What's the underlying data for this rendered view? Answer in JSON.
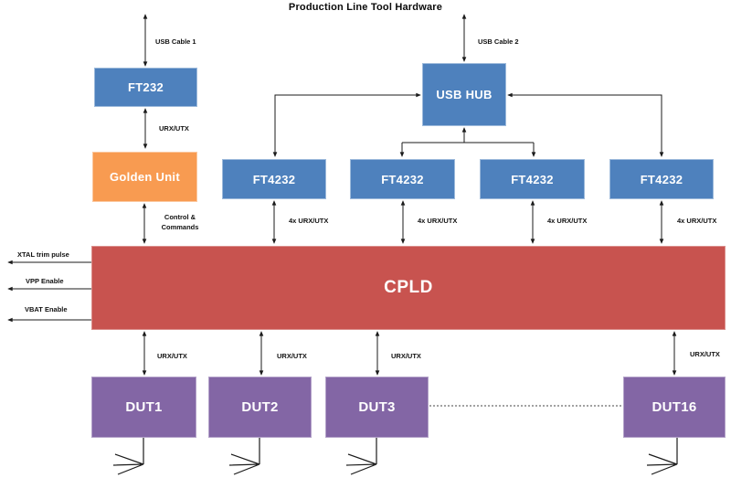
{
  "title": "Production Line Tool Hardware",
  "colors": {
    "blue": "#4E81BD",
    "orange": "#F89B51",
    "red": "#C8534F",
    "purple": "#8366A5"
  },
  "blocks": {
    "ft232": "FT232",
    "golden_unit": "Golden Unit",
    "usb_hub": "USB HUB",
    "ft4232": "FT4232",
    "cpld": "CPLD",
    "dut1": "DUT1",
    "dut2": "DUT2",
    "dut3": "DUT3",
    "dut16": "DUT16"
  },
  "labels": {
    "usb_cable_1": "USB Cable 1",
    "usb_cable_2": "USB Cable 2",
    "urx_utx": "URX/UTX",
    "x4_urx_utx": "4x URX/UTX",
    "control_commands": [
      "Control &",
      "Commands"
    ],
    "xtal_trim_pulse": "XTAL trim pulse",
    "vpp_enable": "VPP Enable",
    "vbat_enable": "VBAT Enable"
  }
}
